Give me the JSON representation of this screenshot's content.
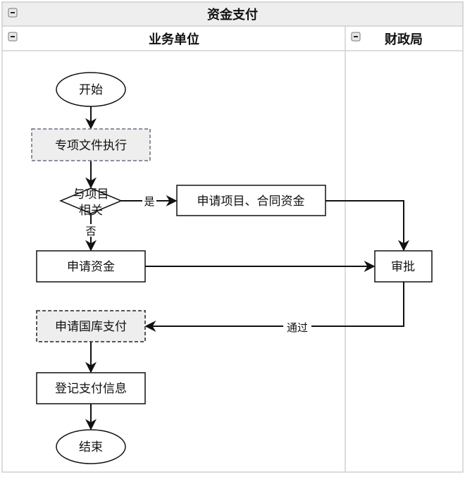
{
  "pool": {
    "title": "资金支付"
  },
  "lanes": [
    {
      "title": "业务单位"
    },
    {
      "title": "财政局"
    }
  ],
  "nodes": {
    "start": "开始",
    "special_doc": "专项文件执行",
    "decision": [
      "与项目",
      "相关"
    ],
    "apply_project": "申请项目、合同资金",
    "apply_funds": "申请资金",
    "approve": "审批",
    "apply_treasury": "申请国库支付",
    "register": "登记支付信息",
    "end": "结束"
  },
  "edges": {
    "yes": "是",
    "no": "否",
    "pass": "通过"
  },
  "colors": {
    "header_bg": "#eeeeee",
    "border": "#d0d0d0",
    "dashed_fill": "#eeeeee",
    "dashed_stroke_purple": "#6e6a80",
    "line": "#111111"
  }
}
